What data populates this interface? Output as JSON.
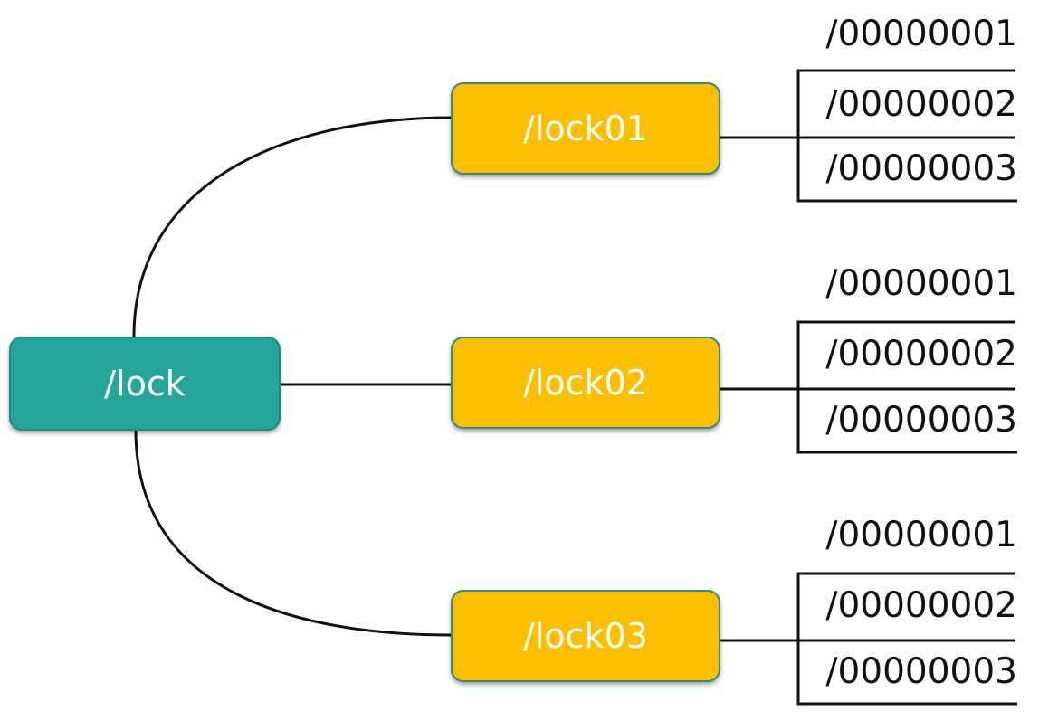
{
  "root": {
    "label": "/lock",
    "color": "#26a69a"
  },
  "children": [
    {
      "label": "/lock01",
      "color": "#fbbf00",
      "sequence": [
        "/00000001",
        "/00000002",
        "/00000003"
      ]
    },
    {
      "label": "/lock02",
      "color": "#fbbf00",
      "sequence": [
        "/00000001",
        "/00000002",
        "/00000003"
      ]
    },
    {
      "label": "/lock03",
      "color": "#fbbf00",
      "sequence": [
        "/00000001",
        "/00000002",
        "/00000003"
      ]
    }
  ]
}
